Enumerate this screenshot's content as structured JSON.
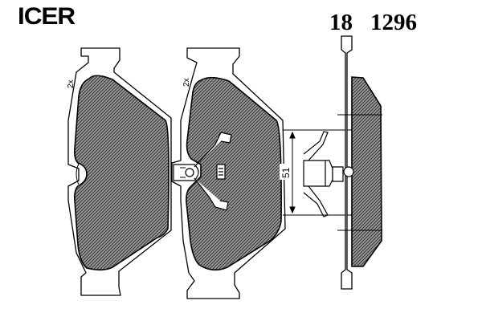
{
  "brand": {
    "logo_text": "ICER"
  },
  "part_number": {
    "group": "18",
    "code": "1296"
  },
  "labels": {
    "qty_left": "2x",
    "qty_middle": "2x",
    "dimension": "51"
  },
  "colors": {
    "line": "#000000",
    "fill_hatch": "#7c7c7c",
    "background": "#ffffff"
  }
}
